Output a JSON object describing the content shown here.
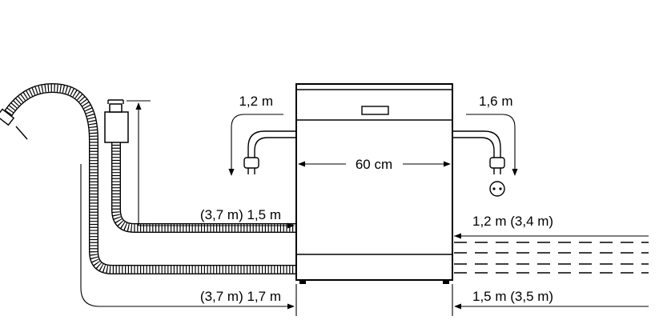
{
  "labels": {
    "left_power_cord": "1,2 m",
    "right_power_cord": "1,6 m",
    "width": "60 cm",
    "drain_hose": "(3,7 m) 1,5 m",
    "inlet_hose_left": "(3,7 m) 1,7 m",
    "right_upper_hoses": "1,2 m (3,4 m)",
    "right_lower_hoses": "1,5 m (3,5 m)"
  },
  "colors": {
    "line": "#000000",
    "background": "#ffffff"
  },
  "icons": [
    "dishwasher",
    "power-plug",
    "wall-socket",
    "water-tap",
    "aquastop-valve",
    "corrugated-hose",
    "dimension-arrow"
  ]
}
